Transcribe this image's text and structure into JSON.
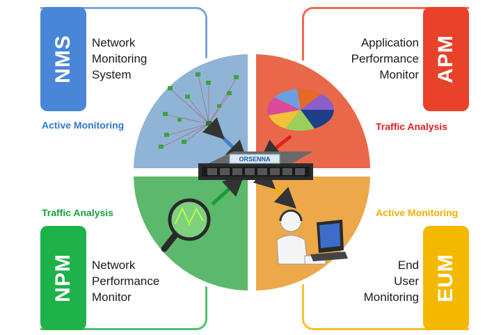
{
  "modules": {
    "nms": {
      "code": "NMS",
      "lines": [
        "Network",
        "Monitoring",
        "System"
      ],
      "caption": "Active Monitoring",
      "color": "#4a86d8"
    },
    "apm": {
      "code": "APM",
      "lines": [
        "Application",
        "Performance",
        "Monitor"
      ],
      "caption": "Traffic Analysis",
      "color": "#e8422a"
    },
    "npm": {
      "code": "NPM",
      "lines": [
        "Network",
        "Performance",
        "Monitor"
      ],
      "caption": "Traffic Analysis",
      "color": "#1fb24a"
    },
    "eum": {
      "code": "EUM",
      "lines": [
        "End",
        "User",
        "Monitoring"
      ],
      "caption": "Active Monitoring",
      "color": "#f5b800"
    }
  },
  "center": {
    "device_label": "ORSENNA"
  }
}
